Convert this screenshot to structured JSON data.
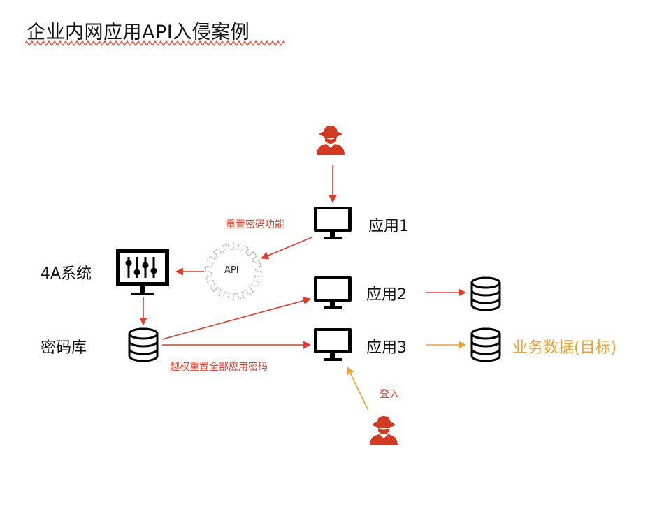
{
  "title": "企业内网应用API入侵案例",
  "colors": {
    "attack_red": "#e03c28",
    "attacker_red": "#d23a22",
    "orange": "#f0a030",
    "black": "#000000",
    "gear_gray": "#b0b0b0"
  },
  "icons": {
    "attacker": "hacker-icon",
    "app": "monitor-icon",
    "system": "control-panel-icon",
    "database": "database-icon",
    "api": "gear-icon"
  },
  "nodes": {
    "app1": "应用1",
    "app2": "应用2",
    "app3": "应用3",
    "system_4a": "4A系统",
    "password_db": "密码库",
    "api": "API",
    "target": "业务数据(目标)"
  },
  "edge_labels": {
    "reset_password": "重置密码功能",
    "privilege_reset_all": "越权重置全部应用密码",
    "login": "登入"
  }
}
